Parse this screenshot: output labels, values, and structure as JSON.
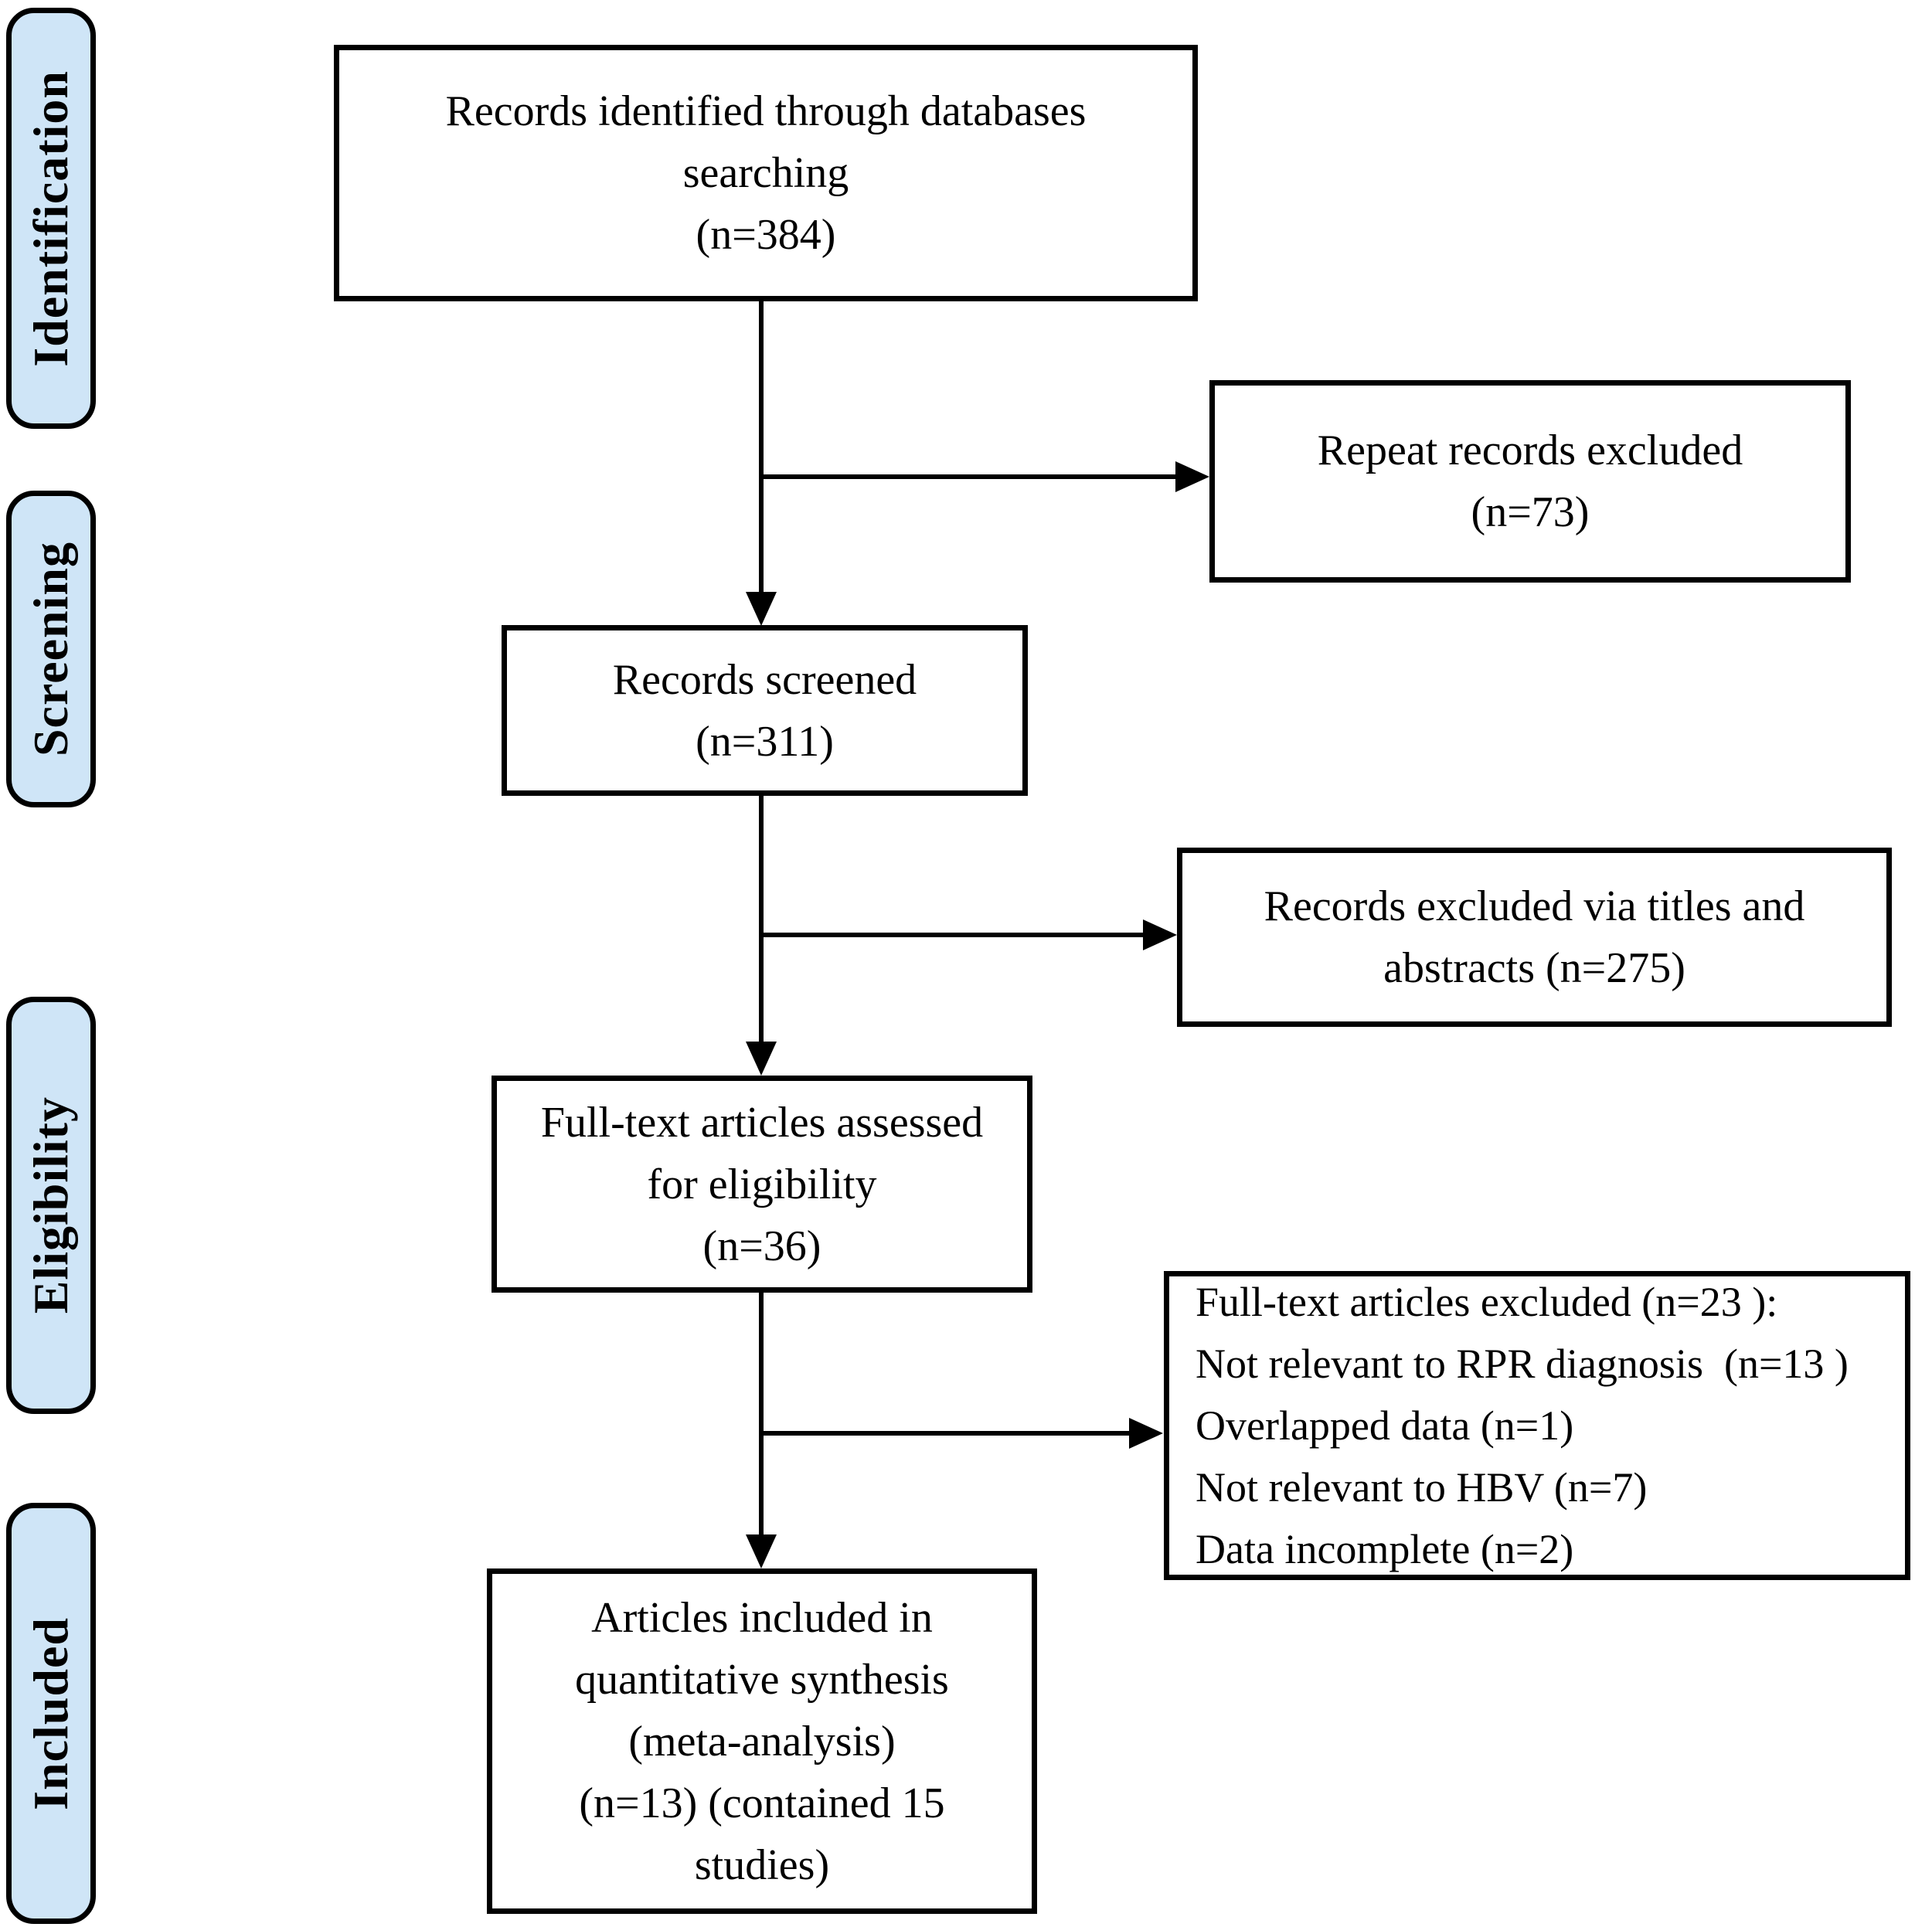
{
  "palette": {
    "stage_fill": "#cfe5f7",
    "box_fill": "#ffffff",
    "line_color": "#000000"
  },
  "sidebar": {
    "stages": [
      {
        "label": "Identification"
      },
      {
        "label": "Screening"
      },
      {
        "label": "Eligibility"
      },
      {
        "label": "Included"
      }
    ]
  },
  "flow": {
    "identified": {
      "lines": [
        "Records identified through databases",
        "searching",
        "(n=384)"
      ]
    },
    "duplicates_excluded": {
      "lines": [
        "Repeat records excluded",
        "(n=73)"
      ]
    },
    "screened": {
      "lines": [
        "Records screened",
        "(n=311)"
      ]
    },
    "excluded_titles": {
      "lines": [
        "Records excluded via titles and",
        "abstracts (n=275)"
      ]
    },
    "fulltext_assessed": {
      "lines": [
        "Full-text articles assessed",
        "for eligibility",
        "(n=36)"
      ]
    },
    "fulltext_excluded": {
      "lines": [
        "Full-text articles excluded (n=23 ):",
        "Not relevant to RPR diagnosis  (n=13 )",
        "Overlapped data (n=1)",
        "Not relevant to HBV (n=7)",
        "Data incomplete (n=2)"
      ]
    },
    "included_synthesis": {
      "lines": [
        "Articles included in",
        "quantitative synthesis",
        "(meta-analysis)",
        "(n=13) (contained 15",
        "studies)"
      ]
    }
  }
}
